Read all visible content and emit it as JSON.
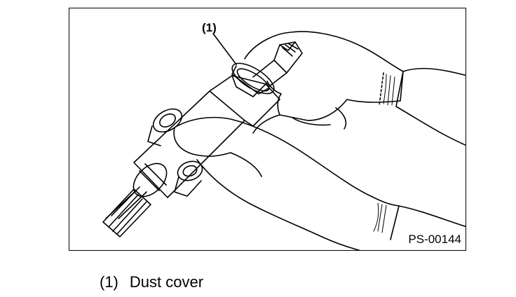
{
  "figure": {
    "callout_number": "(1)",
    "figure_code": "PS-00144"
  },
  "legend": {
    "items": [
      {
        "number": "(1)",
        "label": "Dust cover"
      }
    ]
  },
  "icons": {
    "illustration": "hands-installing-dust-cover-on-steering-gearbox-illustration"
  }
}
